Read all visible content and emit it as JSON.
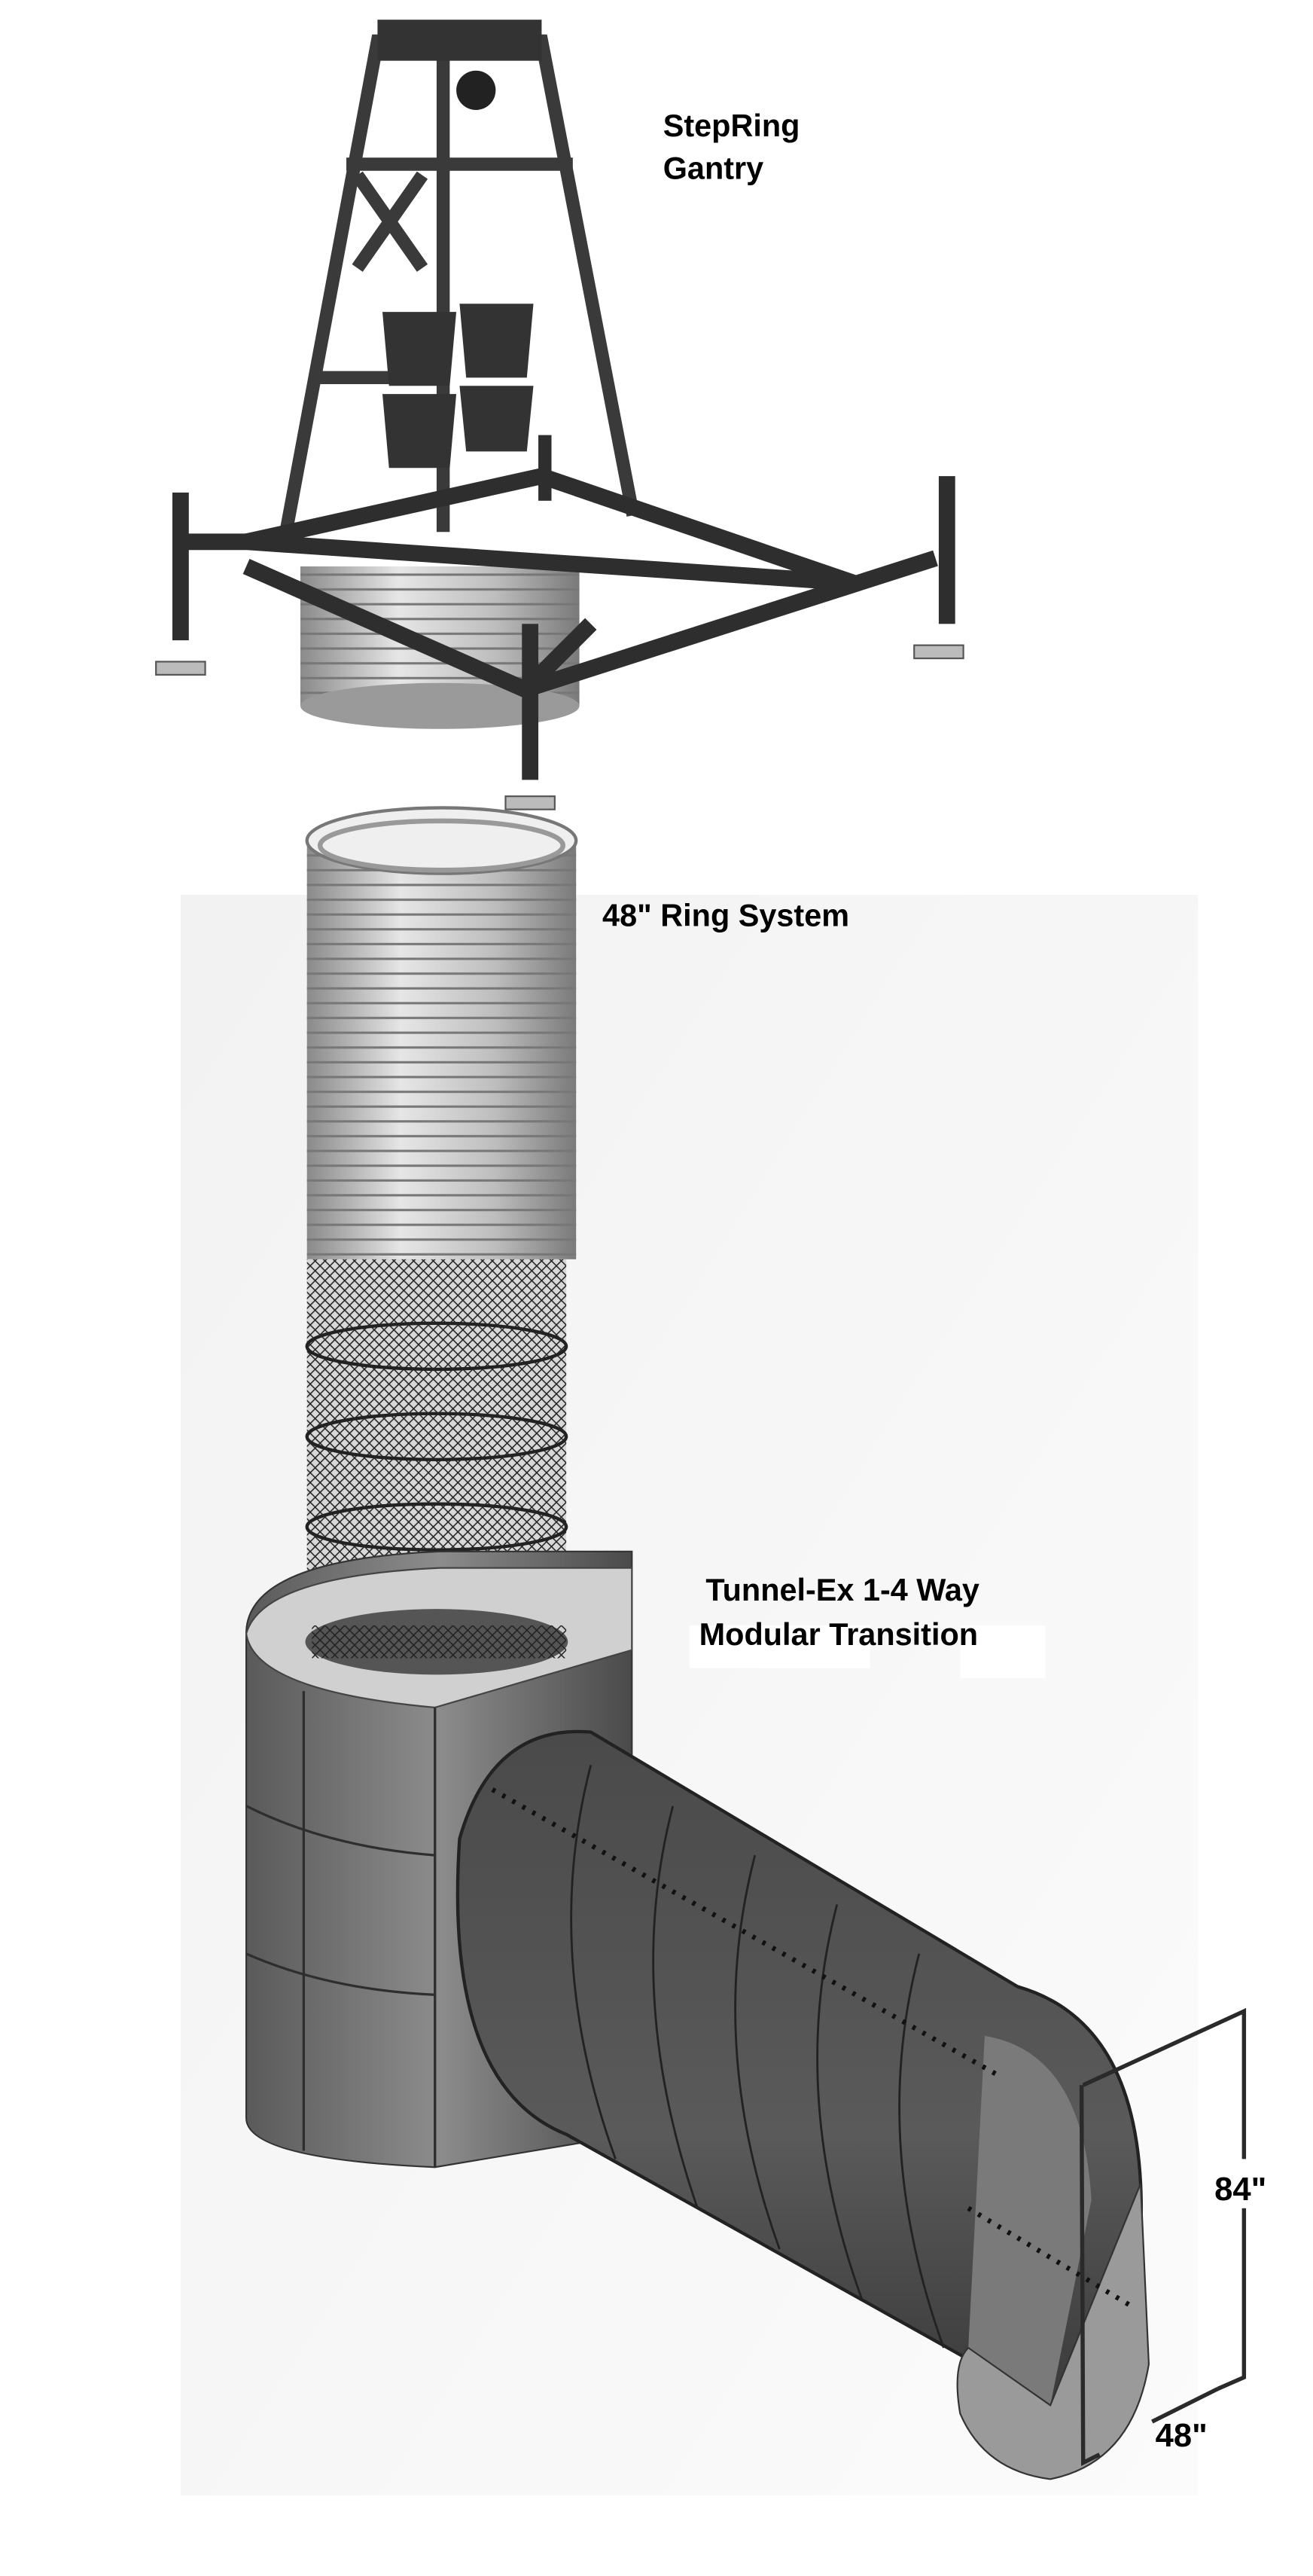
{
  "labels": {
    "gantry_line1": "StepRing",
    "gantry_line2": "Gantry",
    "ring_system": "48\"  Ring System",
    "transition_line1": "Tunnel-Ex 1-4 Way",
    "transition_line2": "Modular Transition",
    "dim_height": "84\"",
    "dim_width": "48\""
  },
  "colors": {
    "steel_dark": "#3a3a3a",
    "steel_mid": "#6b6b6b",
    "galvanized": "#c8c8c8"
  }
}
